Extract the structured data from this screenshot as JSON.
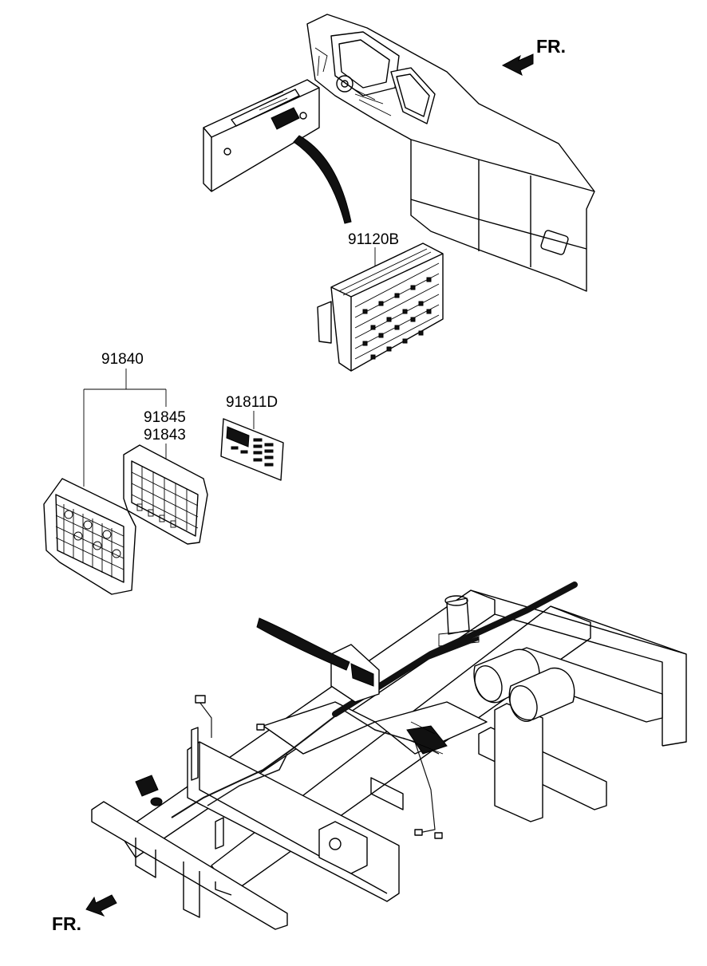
{
  "labels": {
    "fuse_box": "91120B",
    "cover_assembly": "91840",
    "cover_upper_a": "91845",
    "cover_upper_b": "91843",
    "fuse_label": "91811D"
  },
  "front_indicators": {
    "top": "FR.",
    "bottom": "FR."
  }
}
